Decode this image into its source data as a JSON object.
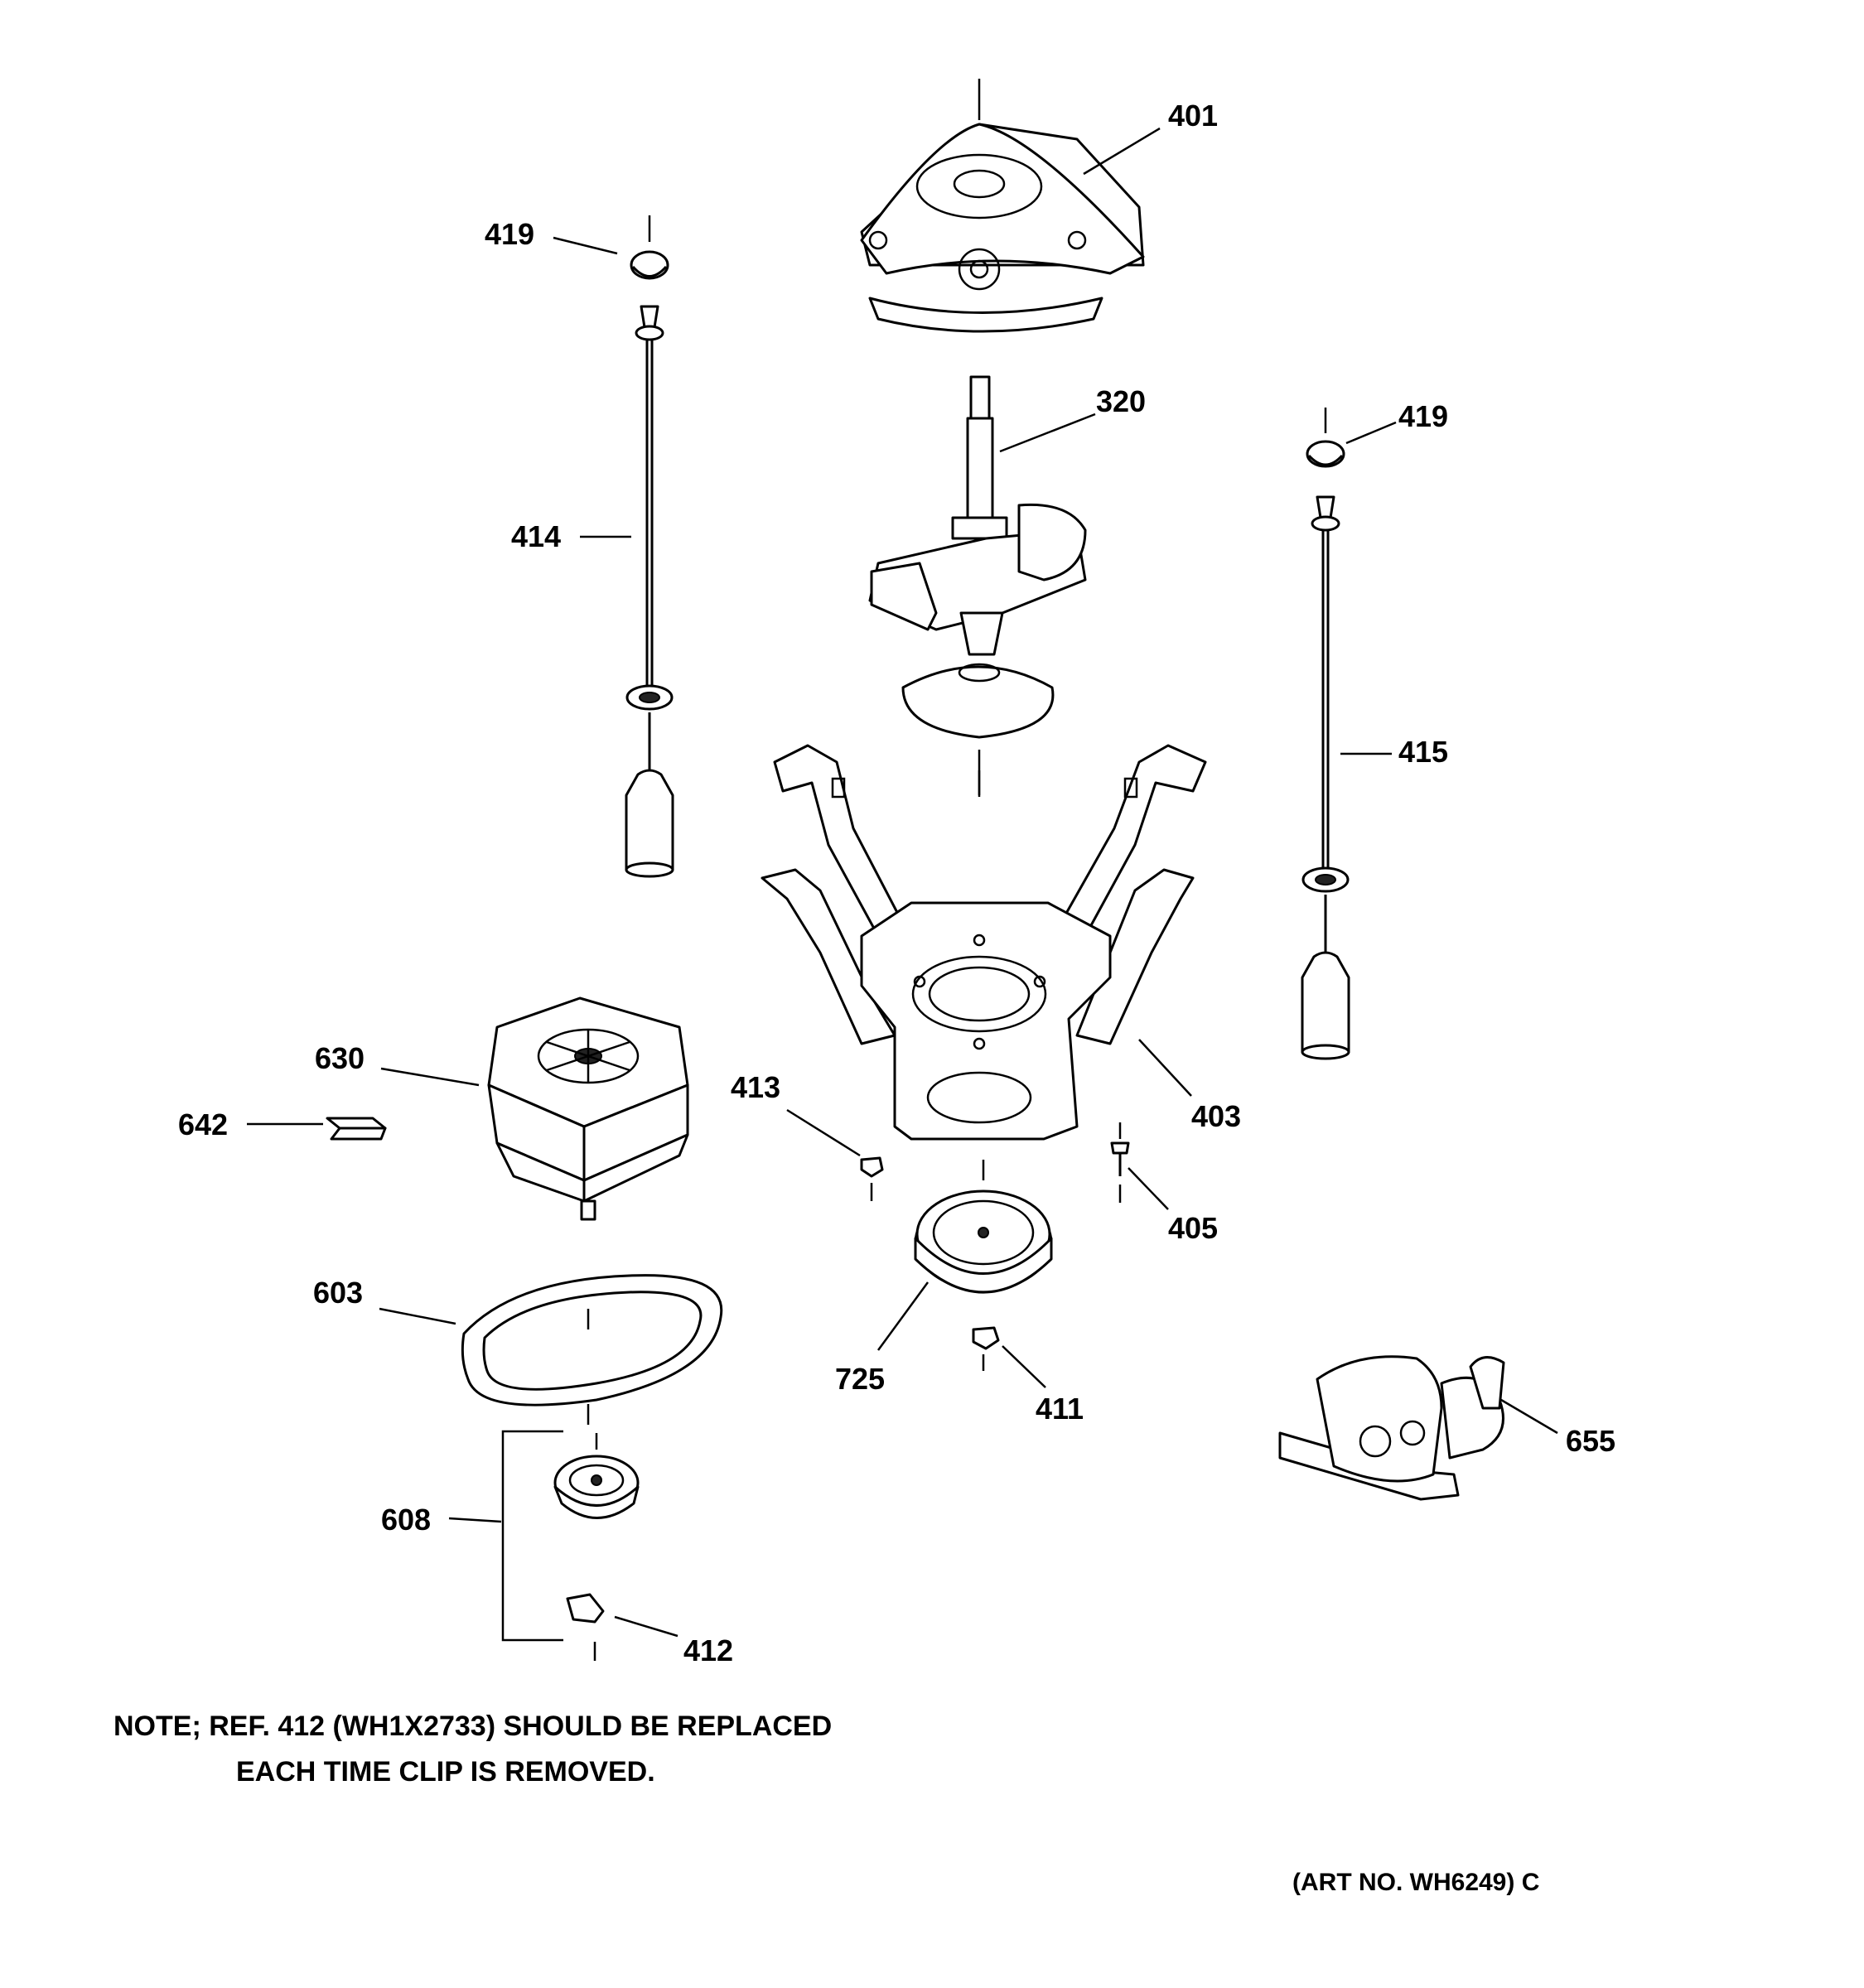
{
  "callouts": {
    "c401": "401",
    "c419_left": "419",
    "c419_right": "419",
    "c320": "320",
    "c414": "414",
    "c415": "415",
    "c630": "630",
    "c642": "642",
    "c413": "413",
    "c403": "403",
    "c405": "405",
    "c603": "603",
    "c725": "725",
    "c411": "411",
    "c655": "655",
    "c608": "608",
    "c412": "412"
  },
  "note": {
    "line1": "NOTE; REF. 412 (WH1X2733) SHOULD BE REPLACED",
    "line2": "EACH TIME CLIP IS REMOVED."
  },
  "art_no": "(ART NO. WH6249) C"
}
